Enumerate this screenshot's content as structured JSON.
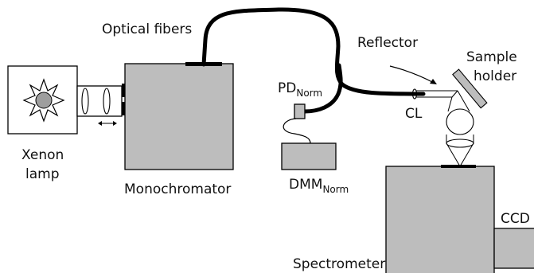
{
  "labels": {
    "optical_fibers": "Optical fibers",
    "reflector": "Reflector",
    "sample_holder_line1": "Sample",
    "sample_holder_line2": "holder",
    "pd_main": "PD",
    "pd_sub": "Norm",
    "cl": "CL",
    "xenon_line1": "Xenon",
    "xenon_line2": "lamp",
    "monochromator": "Monochromator",
    "dmm_main": "DMM",
    "dmm_sub": "Norm",
    "ccd": "CCD",
    "spectrometer": "Spectrometer"
  },
  "colors": {
    "box_fill": "#bdbdbd",
    "line": "#000000",
    "background": "#ffffff"
  }
}
